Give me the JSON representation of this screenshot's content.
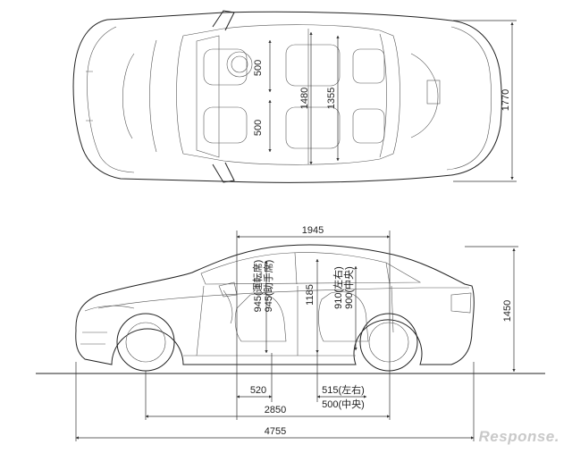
{
  "dimensions": {
    "top_seat_front": "500",
    "top_seat_rear": "500",
    "top_width_front": "1480",
    "top_width_rear": "1355",
    "overall_width": "1770",
    "interior_length": "1945",
    "headroom_front_a": "945(運転席)",
    "headroom_front_b": "945(助手席)",
    "cabin_height": "1185",
    "headroom_rear_a": "910(左右)",
    "headroom_rear_b": "900(中央)",
    "overall_height": "1450",
    "front_hip": "520",
    "rear_hip_a": "515(左右)",
    "rear_hip_b": "500(中央)",
    "wheelbase": "2850",
    "overall_length": "4755"
  },
  "watermark": "Response."
}
